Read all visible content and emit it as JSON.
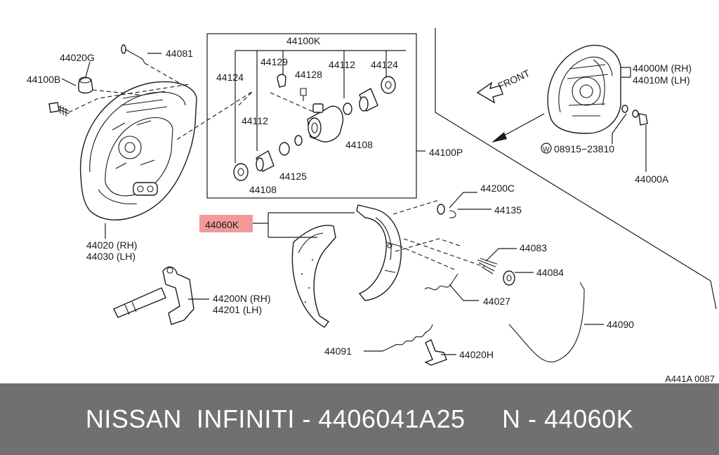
{
  "diagram": {
    "labels": {
      "l44020G": "44020G",
      "l44081": "44081",
      "l44100B": "44100B",
      "l44100K": "44100K",
      "l44129": "44129",
      "l44128": "44128",
      "l44112a": "44112",
      "l44124a": "44124",
      "l44124b": "44124",
      "l44112b": "44112",
      "l44108a": "44108",
      "l44125": "44125",
      "l44108b": "44108",
      "l44100P": "44100P",
      "front": "FRONT",
      "l44000M": "44000M (RH)",
      "l44010M": "44010M (LH)",
      "l08915": "08915−23810",
      "w": "W",
      "l44000A": "44000A",
      "l44200C": "44200C",
      "l44135": "44135",
      "l44060K": "44060K",
      "l44083": "44083",
      "l44084": "44084",
      "l44027": "44027",
      "l44090": "44090",
      "l44020": "44020 (RH)",
      "l44030": "44030 (LH)",
      "l44200N": "44200N (RH)",
      "l44201": "44201  (LH)",
      "l44091": "44091",
      "l44020H": "44020H",
      "ref": "A441A 0087"
    }
  },
  "footer": {
    "text": "NISSAN  INFINITI - 4406041A25     N - 44060K"
  },
  "colors": {
    "footer_bg": "#707070",
    "highlight": "#f29a9a",
    "ink": "#1a1a1a"
  }
}
